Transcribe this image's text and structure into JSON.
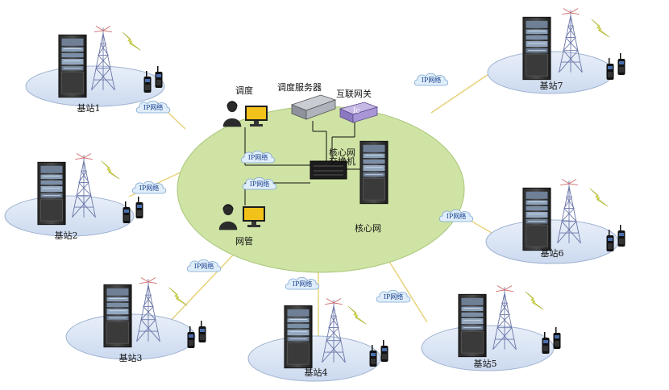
{
  "core": {
    "dispatch_label": "调度",
    "dispatch_server_label": "调度服务器",
    "internet_gateway_label": "互联网关",
    "core_switch_label": "核心网\n交换机",
    "core_network_label": "核心网",
    "nms_label": "网管"
  },
  "ip_network_label": "IP网络",
  "stations": [
    {
      "label": "基站1"
    },
    {
      "label": "基站2"
    },
    {
      "label": "基站3"
    },
    {
      "label": "基站4"
    },
    {
      "label": "基站5"
    },
    {
      "label": "基站6"
    },
    {
      "label": "基站7"
    }
  ],
  "colors": {
    "core_ellipse": "#cfe3a4",
    "base_ellipse": "#dde6f4",
    "link_line": "#e8d27a",
    "cloud_fill": "#dfeefa",
    "cloud_text": "#1a3f8f",
    "tower": "#6b77a8",
    "lightning": "#e3e85a"
  },
  "icons": {
    "rack": "rack-cabinet-icon",
    "tower": "antenna-tower-icon",
    "radio": "walkie-talkie-icon",
    "cloud": "cloud-icon",
    "operator": "operator-icon",
    "server": "server-icon",
    "gateway": "gateway-icon",
    "switch": "switch-icon"
  }
}
